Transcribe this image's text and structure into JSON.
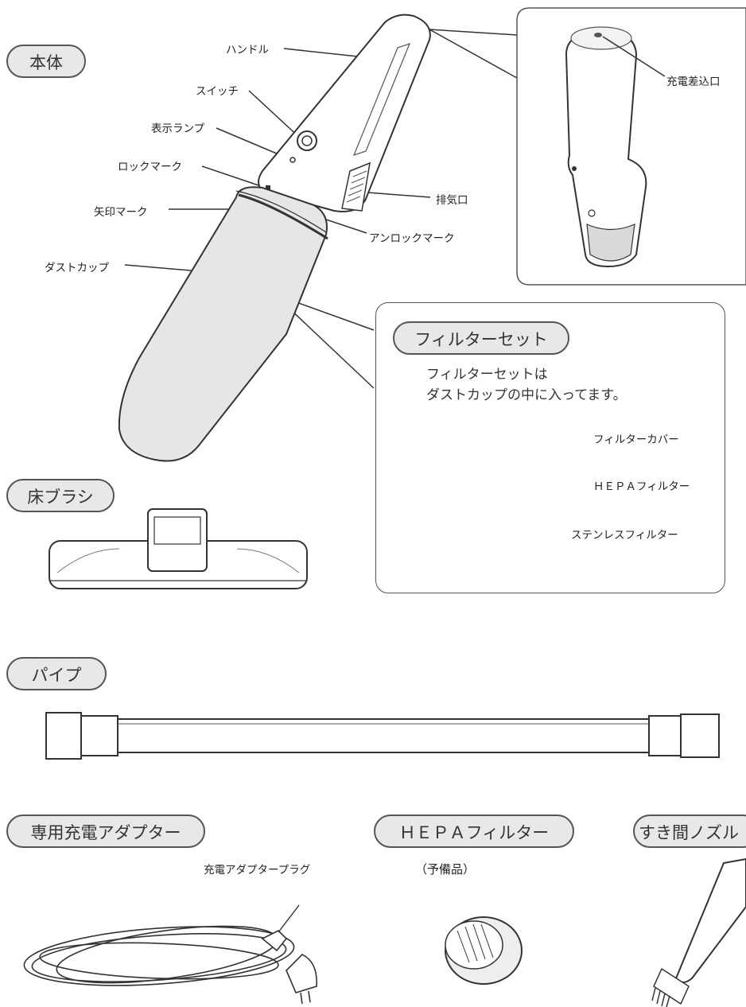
{
  "sections": {
    "body": "本体",
    "filter_set": "フィルターセット",
    "floor_brush": "床ブラシ",
    "pipe": "パイプ",
    "adapter": "専用充電アダプター",
    "hepa": "ＨＥＰＡフィルター",
    "crevice": "すき間ノズル"
  },
  "body_labels": {
    "handle": "ハンドル",
    "switch": "スイッチ",
    "indicator": "表示ランプ",
    "lock_mark": "ロックマーク",
    "arrow_mark": "矢印マーク",
    "exhaust": "排気口",
    "unlock_mark": "アンロックマーク",
    "dust_cup": "ダストカップ",
    "charge_port": "充電差込口"
  },
  "filter_note": {
    "line1": "フィルターセットは",
    "line2": "ダストカップの中に入ってます。"
  },
  "filter_labels": {
    "cover": "フィルターカバー",
    "hepa": "ＨＥＰＡフィルター",
    "stainless": "ステンレスフィルター"
  },
  "adapter_plug": "充電アダプタープラグ",
  "spare": "（予備品）"
}
